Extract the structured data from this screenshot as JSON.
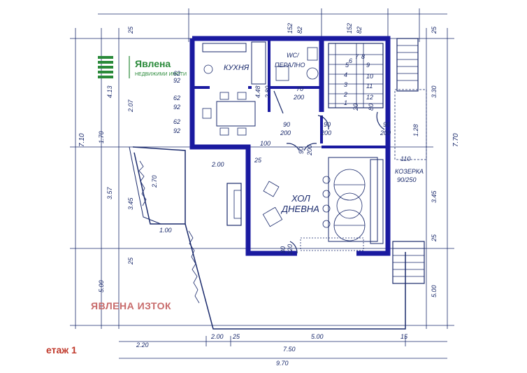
{
  "logo": {
    "name": "Явлена",
    "sub": "НЕДВИЖИМИ ИМОТИ"
  },
  "watermark": "ЯВЛЕНА ИЗТОК",
  "floor_label": "етаж 1",
  "rooms": {
    "kitchen": "КУХНЯ",
    "wc_1": "WC/",
    "wc_2": "ПЕРАЛНО",
    "hall_1": "ХОЛ",
    "hall_2": "ДНЕВНА",
    "canopy_1": "КОЗЕРКА",
    "canopy_2": "90/250"
  },
  "dims": {
    "top_25a": "25",
    "top_152a": "152",
    "top_82a": "82",
    "top_152b": "152",
    "top_82b": "82",
    "top_25b": "25",
    "left_710": "7.10",
    "left_170": "1.70",
    "left_357": "3.57",
    "left_345": "3.45",
    "left_270": "2.70",
    "left_207": "2.07",
    "left_413": "4.13",
    "left_25": "25",
    "left_500": "5.00",
    "right_770": "7.70",
    "right_330": "3.30",
    "right_345": "3.45",
    "right_25": "25",
    "right_500": "5.00",
    "bot_220": "2.20",
    "bot_200": "2.00",
    "bot_25": "25",
    "bot_750": "7.50",
    "bot_500": "5.00",
    "bot_15": "15",
    "bot_970": "9.70",
    "k_448": "4.48",
    "k_280": "2.80",
    "k_62a": "62",
    "k_92a": "92",
    "k_62b": "62",
    "k_92b": "92",
    "k_62c": "62",
    "k_92c": "92",
    "d_70_200": "70",
    "d_70_200b": "200",
    "d_90a": "90",
    "d_200a": "200",
    "d_90b": "90",
    "d_200b": "200",
    "d_90c": "90",
    "d_200c": "200",
    "d_90d": "90",
    "d_200d": "200",
    "d_100": "100",
    "d_25": "25",
    "d_200": "2.00",
    "d_100b": "1.00",
    "d_128": "1.28",
    "d_110": "110",
    "d_80": "80",
    "d_220": "220",
    "d_20": "20",
    "st_1": "1",
    "st_2": "2",
    "st_3": "3",
    "st_4": "4",
    "st_5": "5",
    "st_6": "6",
    "st_7": "7",
    "st_8": "8",
    "st_9": "9",
    "st_10": "10",
    "st_11": "11",
    "st_12": "12"
  }
}
